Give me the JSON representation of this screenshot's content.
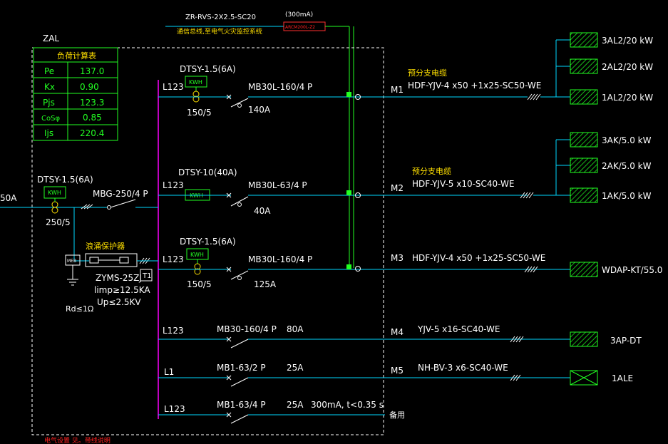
{
  "load_table": {
    "panel_name": "ZAL",
    "title": "负荷计算表",
    "rows": [
      {
        "k": "Pe",
        "v": "137.0"
      },
      {
        "k": "Kx",
        "v": "0.90"
      },
      {
        "k": "Pjs",
        "v": "123.3"
      },
      {
        "k": "CoSφ",
        "v": "0.85"
      },
      {
        "k": "Ijs",
        "v": "220.4"
      }
    ]
  },
  "fire_monitor": {
    "cable": "ZR-RVS-2X2.5-SC20",
    "note": "通信总线,至电气火灾监控系统",
    "current": "(300mA)",
    "device": "ARCM200L-Z2"
  },
  "incoming": {
    "meter": "DTSY-1.5(6A)",
    "meter_box": "KWH",
    "ct": "250/5",
    "breaker": "MBG-250/4 P",
    "left_current": "50A",
    "spd_title": "浪涌保护器",
    "spd_model": "ZYMS-25ZJ",
    "spd_limp": "limp≥12.5KA",
    "spd_up": "Up≤2.5KV",
    "t1": "T1",
    "meb": "MEB",
    "ground": "Rd≤1Ω",
    "footer_red": "电气设置  见。带线说明"
  },
  "branches": [
    {
      "phase": "L123",
      "meter": "DTSY-1.5(6A)",
      "meter_box": "KWH",
      "ct": "150/5",
      "breaker": "MB30L-160/4 P",
      "rating": "140A",
      "id": "M1",
      "cable_label": "预分支电缆",
      "cable": "HDF-YJV-4 x50 +1x25-SC50-WE"
    },
    {
      "phase": "L123",
      "meter": "DTSY-10(40A)",
      "meter_box": "KWH",
      "ct": "",
      "breaker": "MB30L-63/4 P",
      "rating": "40A",
      "id": "M2",
      "cable_label": "预分支电缆",
      "cable": "HDF-YJV-5 x10-SC40-WE"
    },
    {
      "phase": "L123",
      "meter": "DTSY-1.5(6A)",
      "meter_box": "KWH",
      "ct": "150/5",
      "breaker": "MB30L-160/4 P",
      "rating": "125A",
      "id": "M3",
      "cable_label": "",
      "cable": "HDF-YJV-4 x50 +1x25-SC50-WE"
    },
    {
      "phase": "L123",
      "breaker": "MB30-160/4 P",
      "rating": "80A",
      "id": "M4",
      "cable": "YJV-5 x16-SC40-WE"
    },
    {
      "phase": "L1",
      "breaker": "MB1-63/2 P",
      "rating": "25A",
      "id": "M5",
      "cable": "NH-BV-3 x6-SC40-WE"
    },
    {
      "phase": "L123",
      "breaker": "MB1-63/4 P",
      "rating": "25A",
      "extra": "300mA, t<0.35 s",
      "id": "",
      "cable": "",
      "spare": "备用"
    }
  ],
  "loads": [
    "3AL2/20 kW",
    "2AL2/20 kW",
    "1AL2/20 kW",
    "3AK/5.0 kW",
    "2AK/5.0 kW",
    "1AK/5.0 kW",
    "WDAP-KT/55.0",
    "3AP-DT",
    "1ALE"
  ],
  "colors": {
    "bus": "#ff00ff",
    "wire": "#00d8ff",
    "device": "#22ff22",
    "text": "#ffffff",
    "label": "#ffe000"
  }
}
